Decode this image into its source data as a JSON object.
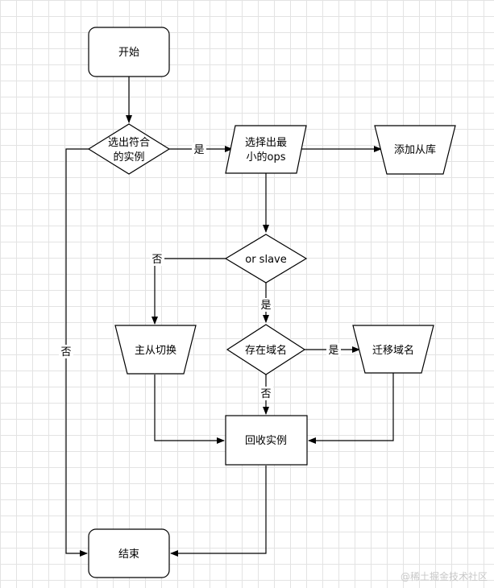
{
  "nodes": {
    "start": {
      "text": "开始"
    },
    "select_instance": {
      "line1": "选出符合",
      "line2": "的实例"
    },
    "select_min_ops": {
      "line1": "选择出最",
      "line2": "小的ops"
    },
    "add_slave": {
      "text": "添加从库"
    },
    "or_slave": {
      "text": "or slave"
    },
    "master_slave_switch": {
      "text": "主从切换"
    },
    "has_domain": {
      "text": "存在域名"
    },
    "migrate_domain": {
      "text": "迁移域名"
    },
    "recycle_instance": {
      "text": "回收实例"
    },
    "end": {
      "text": "结束"
    }
  },
  "edge_labels": {
    "select_yes": "是",
    "select_no": "否",
    "or_slave_no": "否",
    "or_slave_yes": "是",
    "domain_yes": "是",
    "domain_no": "否"
  },
  "watermark": "@稀土掘金技术社区"
}
